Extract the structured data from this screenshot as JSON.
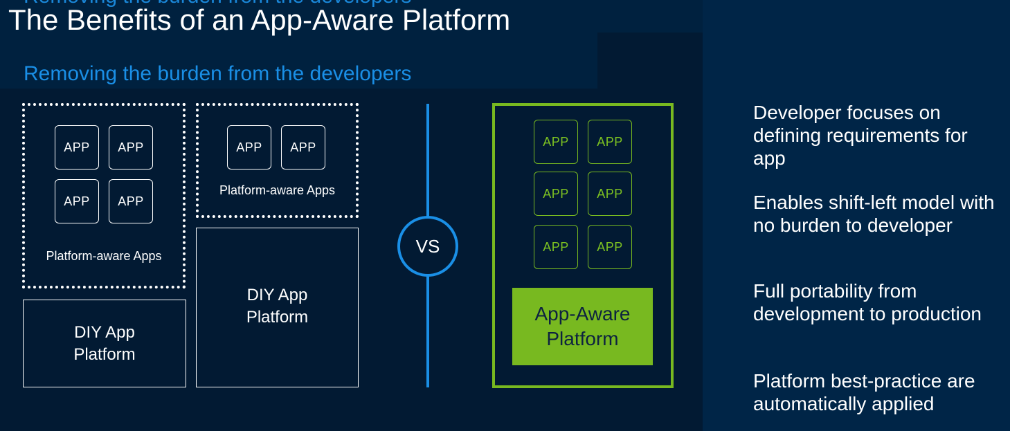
{
  "header": {
    "ghost_text": "Removing the burden from the developers",
    "title": "The Benefits of an App-Aware Platform",
    "subtitle": "Removing the burden from the developers"
  },
  "left_diagram": {
    "group1": {
      "apps": [
        "APP",
        "APP",
        "APP",
        "APP"
      ],
      "label": "Platform-aware Apps",
      "platform": [
        "DIY App",
        "Platform"
      ]
    },
    "group2": {
      "apps": [
        "APP",
        "APP"
      ],
      "label": "Platform-aware Apps",
      "platform": [
        "DIY App",
        "Platform"
      ]
    }
  },
  "vs_label": "VS",
  "right_diagram": {
    "apps": [
      "APP",
      "APP",
      "APP",
      "APP",
      "APP",
      "APP"
    ],
    "platform": [
      "App-Aware",
      "Platform"
    ]
  },
  "benefits": [
    "Developer focuses on defining requirements for app",
    "Enables shift-left model with no burden to developer",
    "Full portability from development to production",
    "Platform best-practice are automatically applied"
  ],
  "colors": {
    "background": "#00213f",
    "accent_blue": "#1a8fe6",
    "accent_green": "#78b920"
  }
}
